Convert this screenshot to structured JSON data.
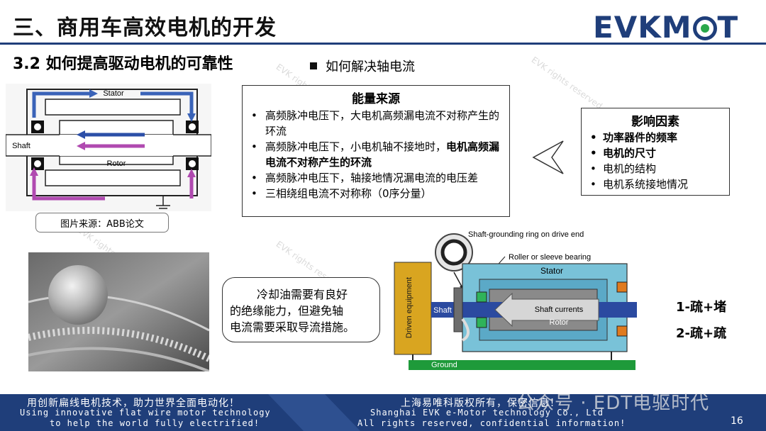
{
  "header": {
    "title": "三、商用车高效电机的开发",
    "logo": "EVKMOT",
    "subtitle": "3.2 如何提高驱动电机的可靠性",
    "question": "如何解决轴电流"
  },
  "abb_diagram": {
    "labels": {
      "stator": "Stator",
      "shaft": "Shaft",
      "rotor": "Rotor"
    },
    "caption": "图片来源：ABB论文",
    "colors": {
      "outer_arrow": "#3a63b8",
      "inner_arrow": "#b04ab0",
      "rotor_arrow": "#2c4fa8"
    }
  },
  "energy": {
    "title": "能量来源",
    "items": [
      {
        "text": "高频脉冲电压下，大电机高频漏电流不对称产生的环流",
        "bold": ""
      },
      {
        "text": "高频脉冲电压下，小电机轴不接地时，",
        "bold": "电机高频漏电流不对称产生的环流"
      },
      {
        "text": "高频脉冲电压下，轴接地情况漏电流的电压差",
        "bold": ""
      },
      {
        "text": "三相绕组电流不对称称（0序分量）",
        "bold": ""
      }
    ]
  },
  "factors": {
    "title": "影响因素",
    "items": [
      {
        "text": "功率器件的频率",
        "bold": true
      },
      {
        "text": "电机的尺寸",
        "bold": true
      },
      {
        "text": "电机的结构",
        "bold": false
      },
      {
        "text": "电机系统接地情况",
        "bold": false
      }
    ]
  },
  "note": {
    "line1": "冷却油需要有良好",
    "line2": "的绝缘能力，但避免轴",
    "line3": "电流需要采取导流措施。"
  },
  "shaft_diagram": {
    "labels": {
      "grounding_ring": "Shaft-grounding ring on drive end",
      "bearing": "Roller or sleeve bearing",
      "stator": "Stator",
      "driven": "Driven equipment",
      "shaft": "Shaft",
      "currents": "Shaft currents",
      "rotor": "Rotor",
      "ground": "Ground"
    },
    "colors": {
      "driven": "#d9a520",
      "ground": "#1e9a3a",
      "shaft": "#2b4aa0"
    }
  },
  "solutions": [
    "1-疏+堵",
    "2-疏+疏"
  ],
  "watermarks": [
    "EVK rights reserved",
    "EVK rights reserved",
    "EVK rights reserved",
    "EVK rights reserved"
  ],
  "footer": {
    "left_cn": "用创新扁线电机技术，助力世界全面电动化！",
    "left_en1": "Using innovative flat wire motor technology",
    "left_en2": "to help the world fully electrified!",
    "right_cn": "上海易唯科版权所有，保密信息！",
    "right_en1": "Shanghai EVK e-Motor technology Co., Ltd",
    "right_en2": "All rights reserved,  confidential information!",
    "account": "公众号 · EDT电驱时代",
    "page": "16",
    "color": "#1f3e7a"
  }
}
